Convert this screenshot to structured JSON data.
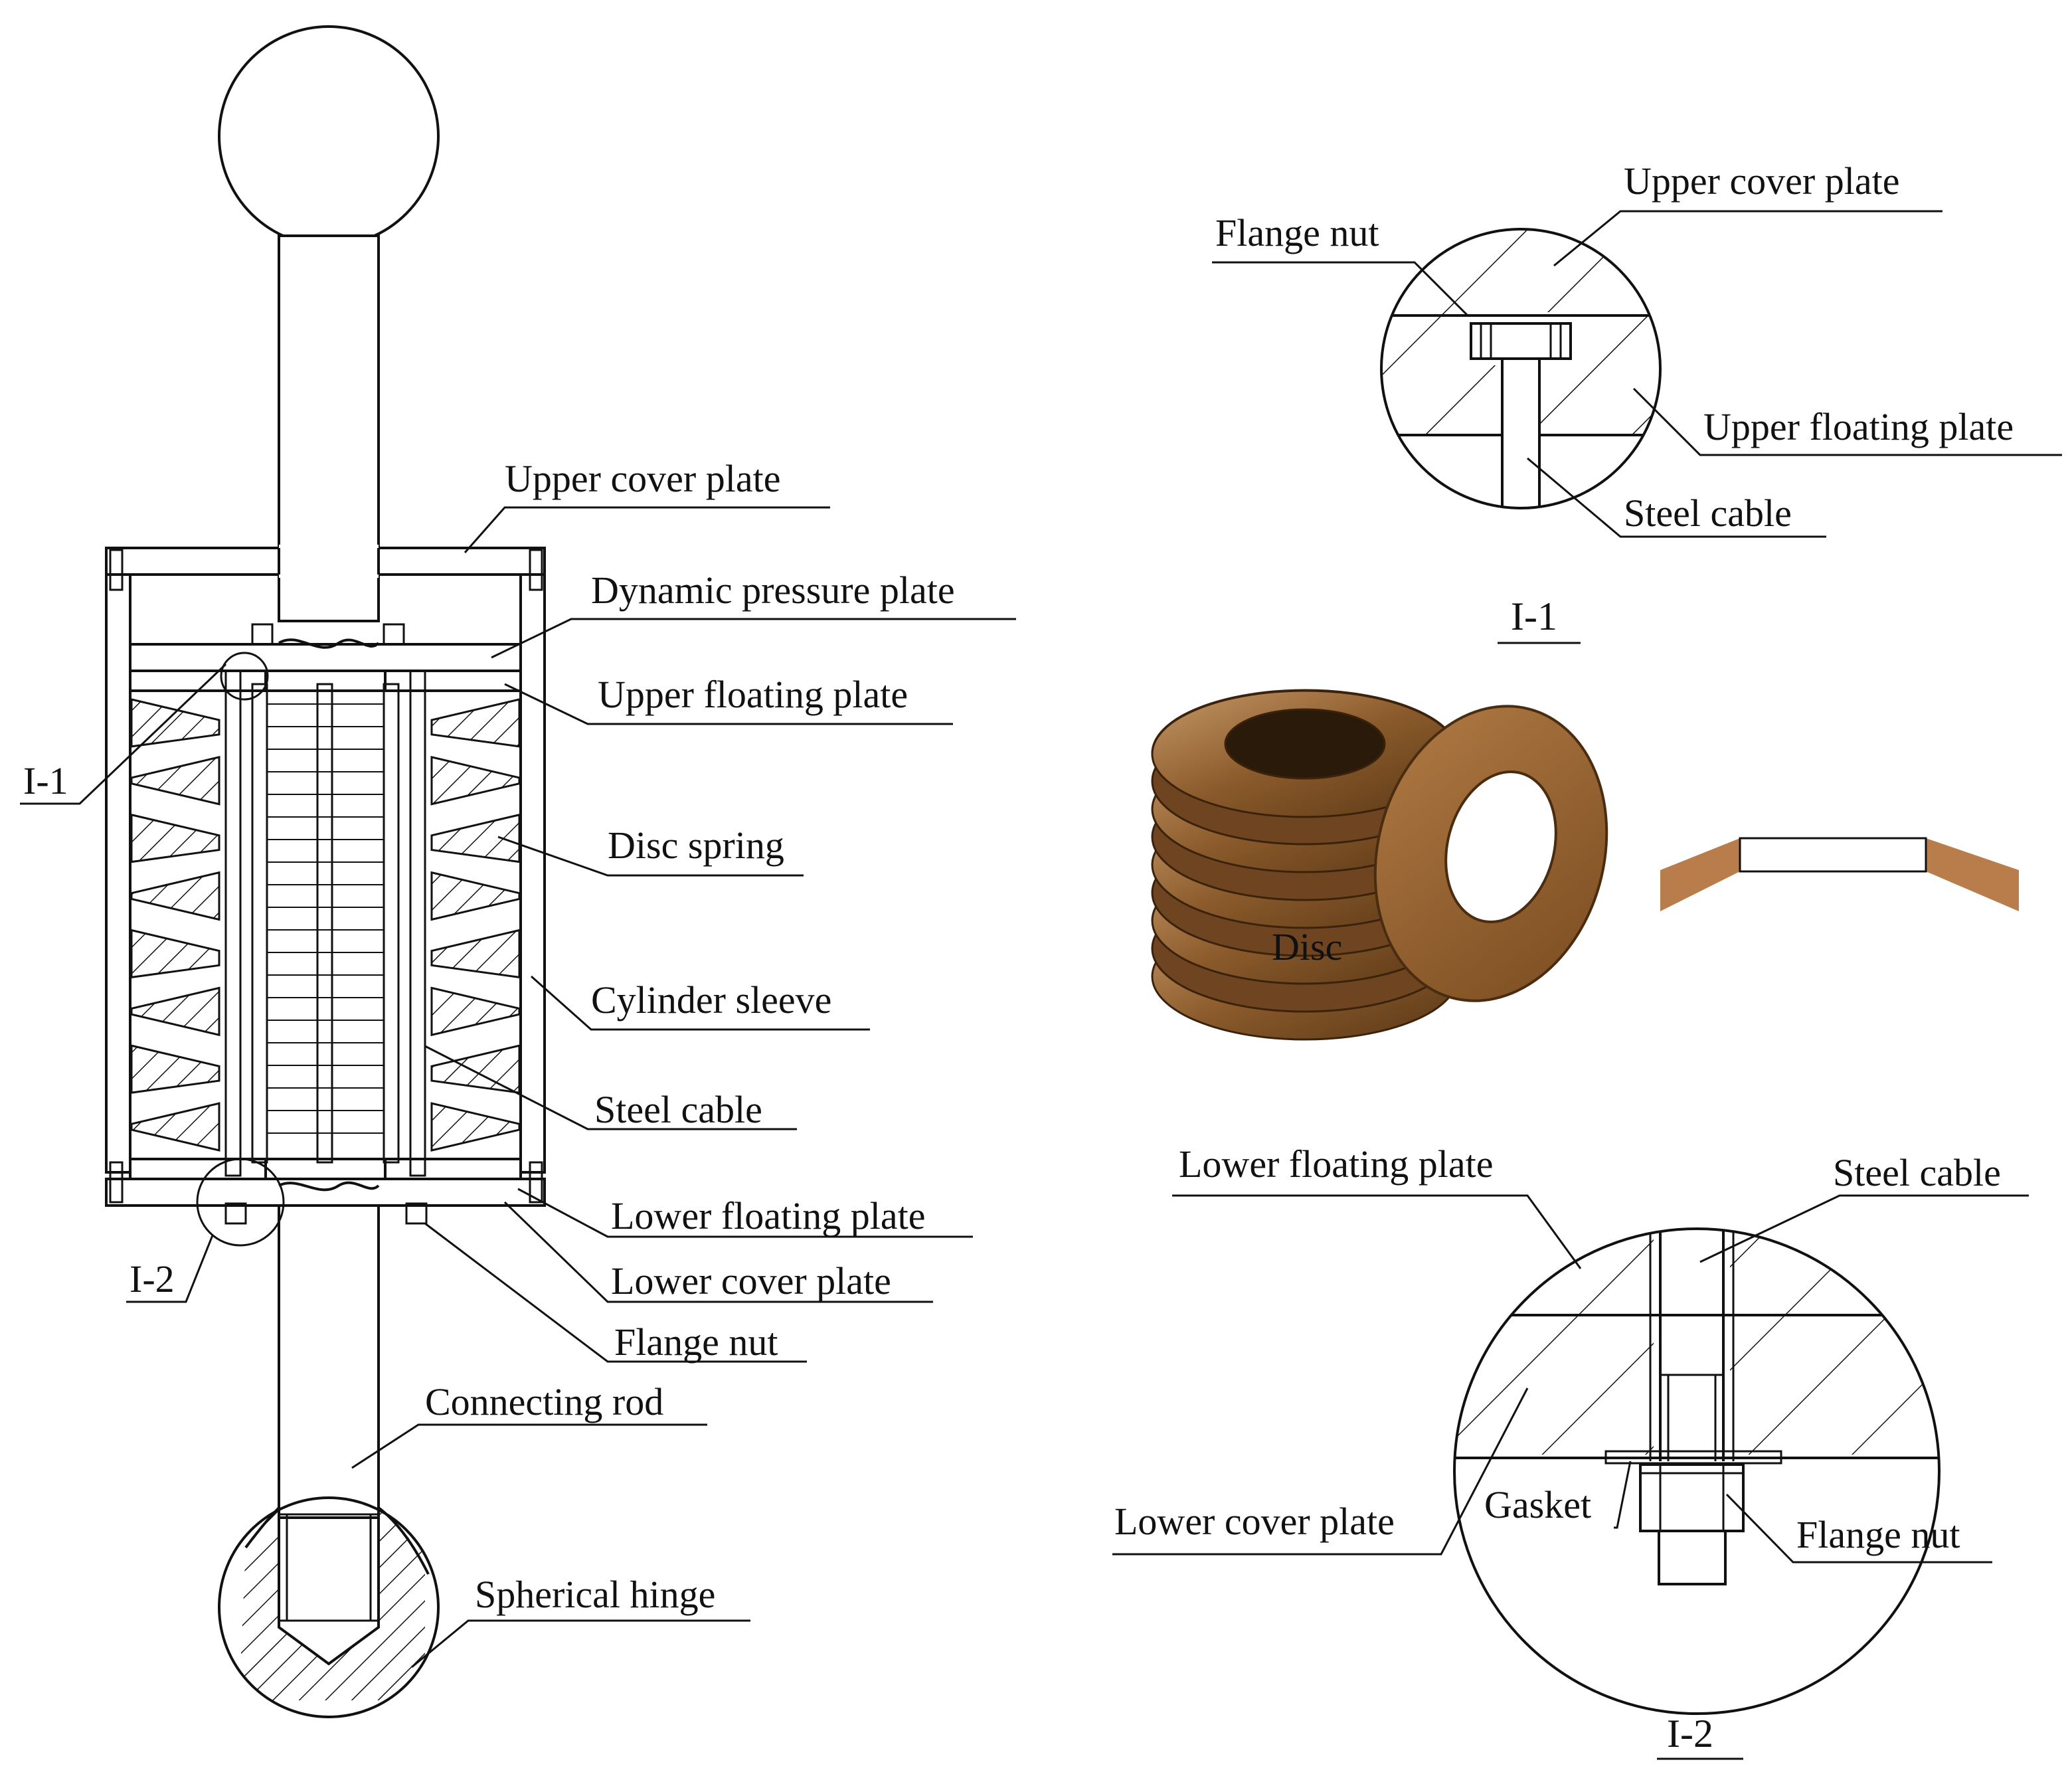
{
  "main_view": {
    "labels": {
      "upper_cover_plate": "Upper cover plate",
      "dynamic_pressure_plate": "Dynamic pressure plate",
      "upper_floating_plate": "Upper floating plate",
      "disc_spring": "Disc spring",
      "cylinder_sleeve": "Cylinder sleeve",
      "steel_cable": "Steel cable",
      "lower_floating_plate": "Lower floating plate",
      "lower_cover_plate": "Lower cover plate",
      "flange_nut": "Flange nut",
      "connecting_rod": "Connecting rod",
      "spherical_hinge": "Spherical hinge",
      "detail_i1": "I-1",
      "detail_i2": "I-2"
    }
  },
  "detail_i1": {
    "caption": "I-1",
    "labels": {
      "flange_nut": "Flange nut",
      "upper_cover_plate": "Upper cover plate",
      "upper_floating_plate": "Upper floating plate",
      "steel_cable": "Steel cable"
    }
  },
  "photo": {
    "overlay_text": "Disc",
    "colors": {
      "bronze": "#8a5a2b",
      "bronze_light": "#b87d4b"
    }
  },
  "detail_i2": {
    "caption": "I-2",
    "labels": {
      "lower_floating_plate": "Lower floating plate",
      "steel_cable": "Steel cable",
      "lower_cover_plate": "Lower cover plate",
      "gasket": "Gasket",
      "flange_nut": "Flange nut"
    }
  }
}
